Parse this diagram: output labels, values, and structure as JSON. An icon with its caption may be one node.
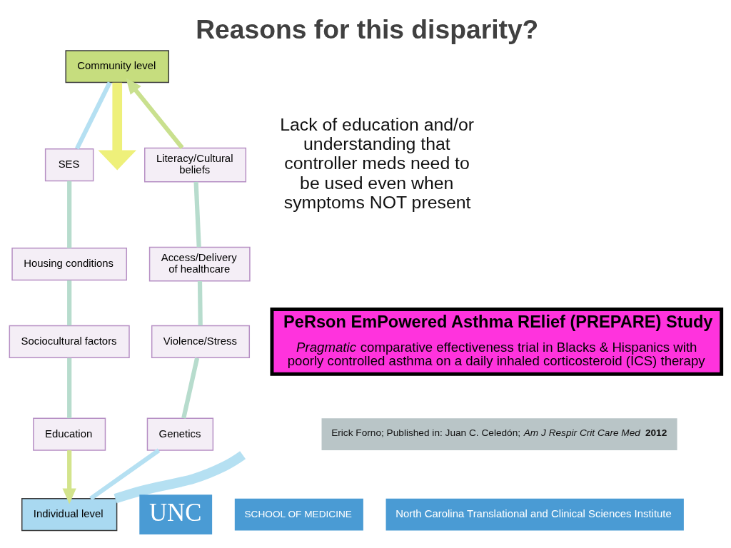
{
  "diagram": {
    "title": "Reasons for this disparity?",
    "nodes": [
      {
        "text": [
          "Community level"
        ]
      },
      {
        "text": [
          "SES"
        ]
      },
      {
        "text": [
          "Literacy/Cultural beliefs"
        ]
      },
      {
        "text": [
          "Housing conditions"
        ]
      },
      {
        "text": [
          "Access/Delivery of healthcare"
        ]
      },
      {
        "text": [
          "Violence/Stress"
        ]
      },
      {
        "text": [
          "Sociocultural factors"
        ]
      },
      {
        "text": [
          "PeRson EmPowered Asthma RElief (PREPARE) Study",
          "*Pragmatic* comparative effectiveness trial in Blacks & Hispanics with poorly controlled asthma on a daily inhaled corticosteroid (ICS) therapy"
        ]
      },
      {
        "text": [
          "Education"
        ]
      },
      {
        "text": [
          "Genetics"
        ]
      },
      {
        "text": [
          "Individual level"
        ]
      }
    ],
    "edges": [
      {
        "from": 0,
        "to": 1,
        "arrow": "none",
        "color": "#b5e0f2"
      },
      {
        "from": 1,
        "to": 3,
        "arrow": "none"
      },
      {
        "from": 3,
        "to": 6,
        "arrow": "none"
      },
      {
        "from": 6,
        "to": 8,
        "arrow": "none"
      },
      {
        "from": 8,
        "to": 10,
        "arrow": "to",
        "color": "#d3e48c"
      },
      {
        "from": 10,
        "to": 9,
        "arrow": "none",
        "color": "#b5e0f2"
      },
      {
        "from": 9,
        "to": 5,
        "arrow": "none"
      },
      {
        "from": 5,
        "to": 4,
        "arrow": "none"
      },
      {
        "from": 4,
        "to": 2,
        "arrow": "none"
      },
      {
        "from": 2,
        "to": 0,
        "arrow": "to",
        "color": "#c9e08e"
      },
      {
        "from": 0,
        "to": null,
        "arrow": "to",
        "style": "thick",
        "color": "#eef07a"
      },
      {
        "from": 10,
        "to": null,
        "arrow": "none",
        "style": "thick",
        "color": "#b5e0f2"
      }
    ],
    "labels": [
      "Lack of education and/or understanding that controller meds need to be used even when symptoms NOT present",
      "UNC",
      "SCHOOL OF MEDICINE",
      "North Carolina Translational and Clinical Sciences Institute",
      "Erick Forno; Published in: Juan C. Celedón; *Am J Respir Crit Care Med* **2012**"
    ]
  }
}
